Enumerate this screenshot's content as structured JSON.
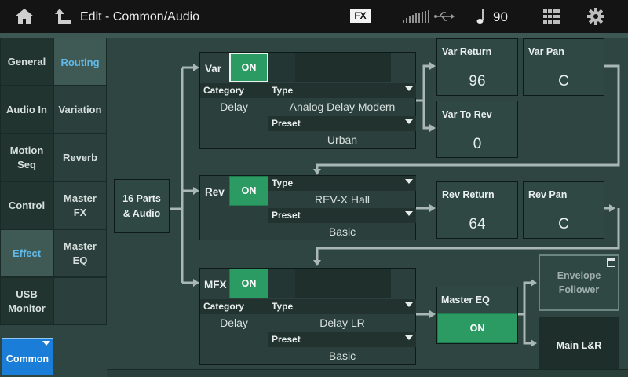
{
  "header": {
    "title": "Edit - Common/Audio",
    "fx_badge": "FX",
    "tempo": "90"
  },
  "tabs_left": [
    "General",
    "Audio In",
    "Motion Seq",
    "Control",
    "Effect",
    "USB Monitor"
  ],
  "tabs_right": [
    "Routing",
    "Variation",
    "Reverb",
    "Master FX",
    "Master EQ"
  ],
  "common_button": "Common",
  "source_block": "16 Parts & Audio",
  "var": {
    "label": "Var",
    "switch": "ON",
    "category_label": "Category",
    "category": "Delay",
    "type_label": "Type",
    "type": "Analog Delay Modern",
    "preset_label": "Preset",
    "preset": "Urban"
  },
  "var_return": {
    "label": "Var Return",
    "value": "96"
  },
  "var_pan": {
    "label": "Var Pan",
    "value": "C"
  },
  "var_to_rev": {
    "label": "Var To Rev",
    "value": "0"
  },
  "rev": {
    "label": "Rev",
    "switch": "ON",
    "type_label": "Type",
    "type": "REV-X Hall",
    "preset_label": "Preset",
    "preset": "Basic"
  },
  "rev_return": {
    "label": "Rev Return",
    "value": "64"
  },
  "rev_pan": {
    "label": "Rev Pan",
    "value": "C"
  },
  "mfx": {
    "label": "MFX",
    "switch": "ON",
    "category_label": "Category",
    "category": "Delay",
    "type_label": "Type",
    "type": "Delay LR",
    "preset_label": "Preset",
    "preset": "Basic"
  },
  "master_eq": {
    "label": "Master EQ",
    "switch": "ON"
  },
  "envelope_follower": "Envelope Follower",
  "main_lr": "Main L&R"
}
